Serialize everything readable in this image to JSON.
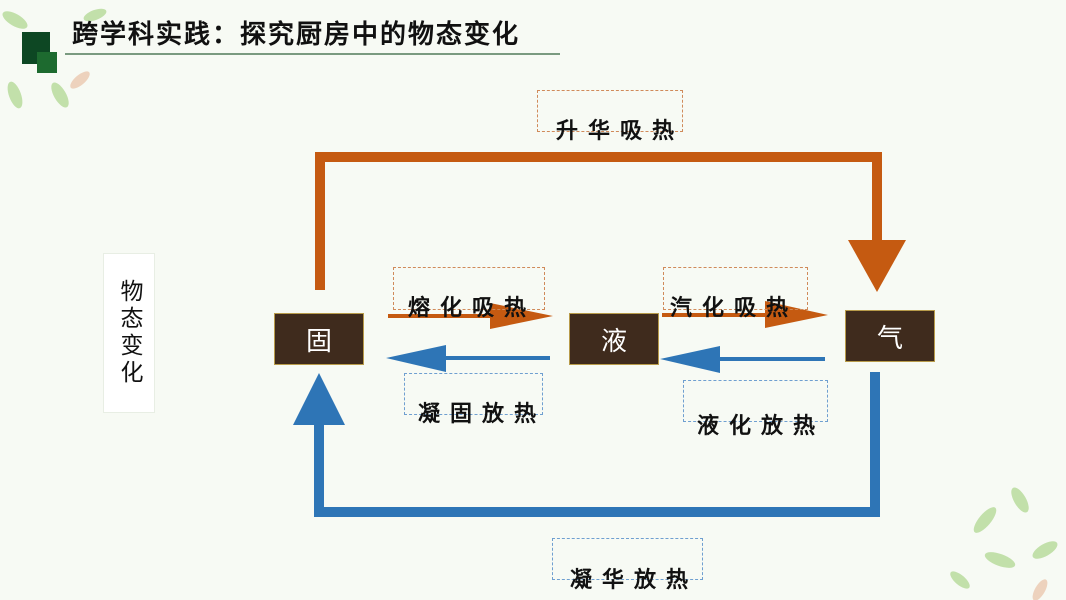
{
  "title": "跨学科实践：探究厨房中的物态变化",
  "side_label": "物态变化",
  "states": {
    "solid": "固",
    "liquid": "液",
    "gas": "气"
  },
  "processes": {
    "sublimation": "升华吸热",
    "melting": "熔化吸热",
    "vaporization": "汽化吸热",
    "solidification": "凝固放热",
    "liquefaction": "液化放热",
    "deposition": "凝华放热"
  },
  "colors": {
    "absorb": "#c55a11",
    "release": "#2e75b6",
    "state_box": "#3f2b1d"
  }
}
